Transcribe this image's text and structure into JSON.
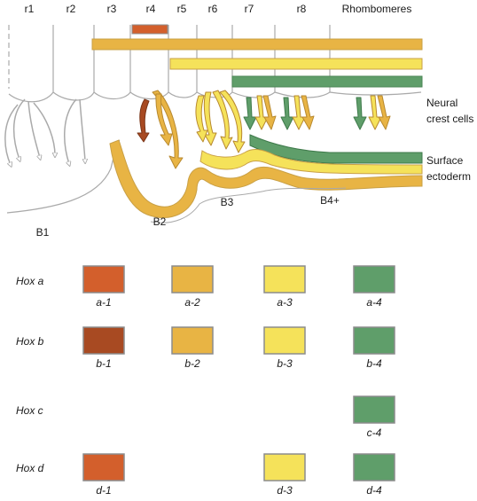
{
  "rhombomeres": {
    "labels": [
      "r1",
      "r2",
      "r3",
      "r4",
      "r5",
      "r6",
      "r7",
      "r8"
    ],
    "title": "Rhombomeres"
  },
  "tissue_labels": {
    "neural_crest_line1": "Neural",
    "neural_crest_line2": "crest cells",
    "surface_line1": "Surface",
    "surface_line2": "ectoderm"
  },
  "arches": [
    "B1",
    "B2",
    "B3",
    "B4+"
  ],
  "colors": {
    "hox1": "#d35f2c",
    "hox1b": "#a84a22",
    "hox2": "#e8b444",
    "hox3": "#f5e25a",
    "hox4": "#5f9e6a",
    "box_border": "#8c8c8c",
    "outline": "#aaaaaa"
  },
  "hox_legend": {
    "rows": [
      {
        "name": "Hox a",
        "cells": [
          "a-1",
          "a-2",
          "a-3",
          "a-4"
        ]
      },
      {
        "name": "Hox b",
        "cells": [
          "b-1",
          "b-2",
          "b-3",
          "b-4"
        ]
      },
      {
        "name": "Hox c",
        "cells": [
          "",
          "",
          "",
          "c-4"
        ]
      },
      {
        "name": "Hox d",
        "cells": [
          "d-1",
          "",
          "d-3",
          "d-4"
        ]
      }
    ]
  }
}
